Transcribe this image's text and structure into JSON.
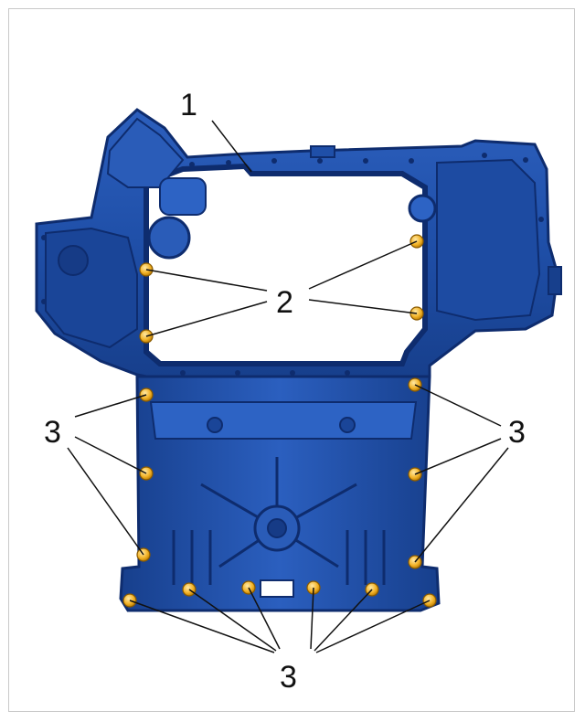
{
  "callouts": {
    "one": "1",
    "two": "2",
    "three_left": "3",
    "three_right": "3",
    "three_bottom": "3"
  },
  "colors": {
    "body": "#1f4fa8",
    "body_dark": "#0e2c6e",
    "body_light": "#3d73cf",
    "bolt": "#f2b226",
    "frame_border": "#c9c9c9"
  }
}
